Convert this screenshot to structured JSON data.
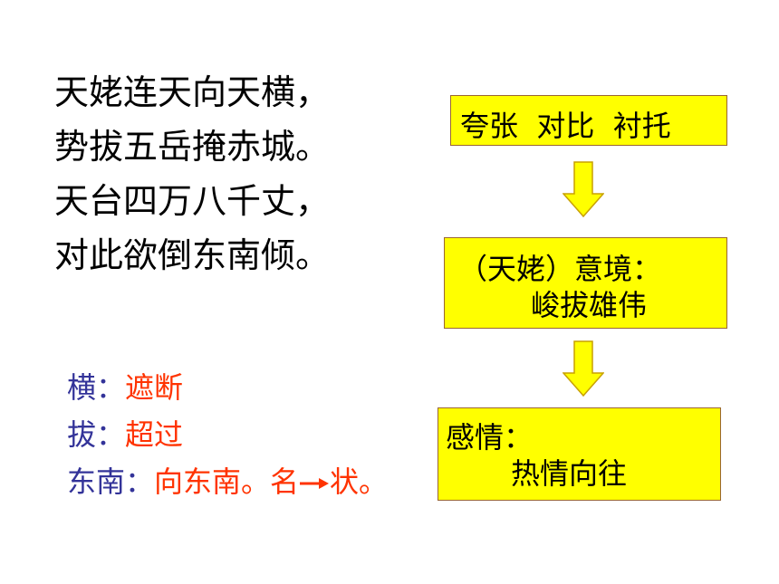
{
  "poem": {
    "lines": [
      "天姥连天向天横，",
      "势拔五岳掩赤城。",
      "天台四万八千丈，",
      "对此欲倒东南倾。"
    ]
  },
  "flow": {
    "box1": "夸张  对比  衬托",
    "box2": {
      "line1": "（天姥）意境：",
      "line2": "峻拔雄伟"
    },
    "box3": {
      "line1": "感情：",
      "line2": "热情向往"
    }
  },
  "notes": [
    {
      "key": "横：",
      "value": "遮断"
    },
    {
      "key": "拔：",
      "value": "超过"
    },
    {
      "key": "东南：",
      "value": "向东南。名",
      "value_after_arrow": "状。"
    }
  ],
  "colors": {
    "box_fill": "#ffff00",
    "note_key": "#333399",
    "note_value": "#ff3300"
  },
  "icons": {
    "flow_arrow": "down-arrow-icon",
    "note_arrow": "right-arrow-icon"
  }
}
